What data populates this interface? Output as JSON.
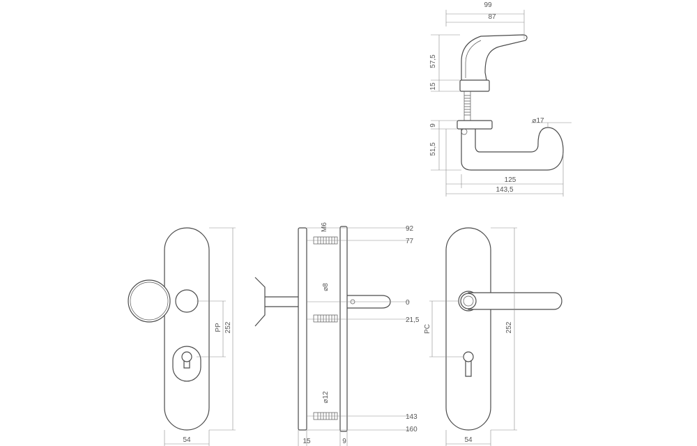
{
  "top_view": {
    "dim_99": "99",
    "dim_87": "87",
    "dim_57_5": "57,5",
    "dim_15": "15",
    "dim_9": "9",
    "dim_51_5": "51,5",
    "dim_d17": "⌀17",
    "dim_125": "125",
    "dim_143_5": "143,5"
  },
  "knob_view": {
    "dim_pp": "PP",
    "dim_252": "252",
    "dim_54": "54"
  },
  "side_view": {
    "dim_m6": "M6",
    "dim_d8": "⌀8",
    "dim_d12": "⌀12",
    "dim_92": "92",
    "dim_77": "77",
    "dim_0": "0",
    "dim_21_5": "21,5",
    "dim_143": "143",
    "dim_160": "160",
    "dim_15": "15",
    "dim_9": "9"
  },
  "lever_view": {
    "dim_pc": "PC",
    "dim_252": "252",
    "dim_54": "54"
  }
}
